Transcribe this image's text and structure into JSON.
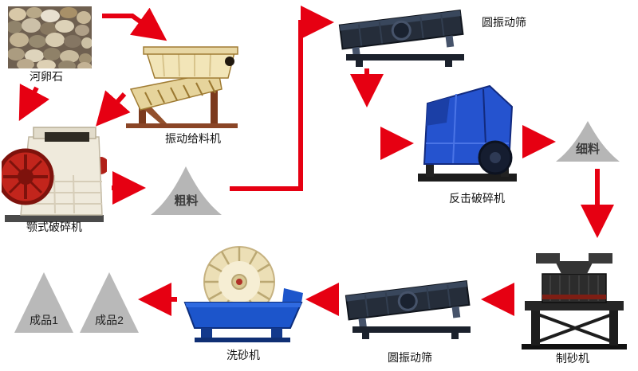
{
  "diagram": {
    "type": "process-flow",
    "nodes": {
      "raw_material": {
        "label": "河卵石"
      },
      "feeder": {
        "label": "振动给料机"
      },
      "jaw_crusher": {
        "label": "颚式破碎机"
      },
      "coarse_pile": {
        "label": "粗料"
      },
      "screen_top": {
        "label": "圆振动筛"
      },
      "impact_crusher": {
        "label": "反击破碎机"
      },
      "fine_pile": {
        "label": "细料"
      },
      "sand_maker": {
        "label": "制砂机"
      },
      "screen_bottom": {
        "label": "圆振动筛"
      },
      "sand_washer": {
        "label": "洗砂机"
      },
      "product_1": {
        "label": "成品1"
      },
      "product_2": {
        "label": "成品2"
      }
    },
    "colors": {
      "arrow_red": "#e60012",
      "pile_gray": "#b6b6b6",
      "screen_dark": "#252d3a",
      "impact_blue": "#2553cf",
      "washer_blue": "#1c55cb",
      "feeder_cream": "#f2e5b8",
      "jaw_body": "#efeadc",
      "flywheel_red": "#c2251c",
      "background": "#ffffff"
    }
  }
}
